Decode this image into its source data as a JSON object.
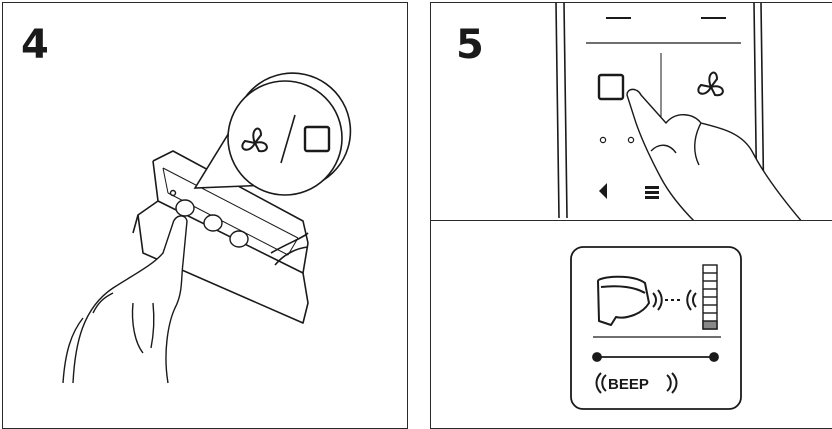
{
  "steps": [
    {
      "number": "4"
    },
    {
      "number": "5"
    }
  ],
  "beep": {
    "label": "BEEP"
  },
  "icons": [
    "fan-icon",
    "stop-square-icon",
    "toilet-icon",
    "signal-bars-icon",
    "left-arrow-icon"
  ]
}
